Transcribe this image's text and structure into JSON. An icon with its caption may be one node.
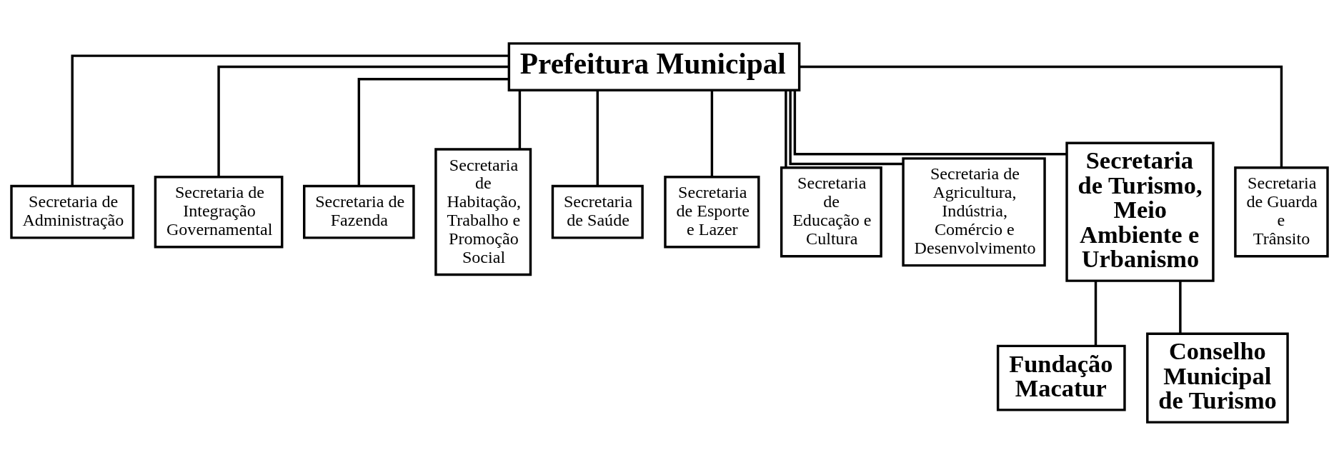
{
  "diagram": {
    "nodes": [
      {
        "text": [
          "Prefeitura Municipal"
        ]
      },
      {
        "text": [
          "Secretaria de Administração"
        ]
      },
      {
        "text": [
          "Secretaria de Integração Governamental"
        ]
      },
      {
        "text": [
          "Secretaria de Fazenda"
        ]
      },
      {
        "text": [
          "Secretaria de Habitação, Trabalho e Promoção Social"
        ]
      },
      {
        "text": [
          "Secretaria de Saúde"
        ]
      },
      {
        "text": [
          "Secretaria de Esporte e Lazer"
        ]
      },
      {
        "text": [
          "Secretaria de Educação e Cultura"
        ]
      },
      {
        "text": [
          "Secretaria de Agricultura, Indústria, Comércio e Desenvolvimento"
        ]
      },
      {
        "text": [
          "Secretaria de Turismo, Meio Ambiente e Urbanismo"
        ]
      },
      {
        "text": [
          "Secretaria de Guarda e Trânsito"
        ]
      },
      {
        "text": [
          "Fundação Macatur"
        ]
      },
      {
        "text": [
          "Conselho Municipal de Turismo"
        ]
      }
    ],
    "edges": [
      {
        "from": 0,
        "to": 1,
        "arrow": "none"
      },
      {
        "from": 0,
        "to": 2,
        "arrow": "none"
      },
      {
        "from": 0,
        "to": 3,
        "arrow": "none"
      },
      {
        "from": 0,
        "to": 4,
        "arrow": "none"
      },
      {
        "from": 0,
        "to": 5,
        "arrow": "none"
      },
      {
        "from": 0,
        "to": 6,
        "arrow": "none"
      },
      {
        "from": 0,
        "to": 7,
        "arrow": "none"
      },
      {
        "from": 0,
        "to": 8,
        "arrow": "none"
      },
      {
        "from": 0,
        "to": 9,
        "arrow": "none"
      },
      {
        "from": 0,
        "to": 10,
        "arrow": "none"
      },
      {
        "from": 9,
        "to": 11,
        "arrow": "none"
      },
      {
        "from": 9,
        "to": 12,
        "arrow": "none"
      }
    ]
  }
}
